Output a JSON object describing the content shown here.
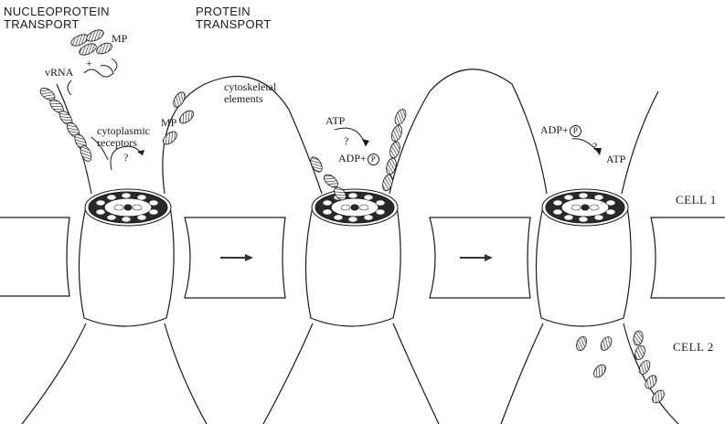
{
  "headers": {
    "nucleoprotein_line1": "NUCLEOPROTEIN",
    "nucleoprotein_line2": "TRANSPORT",
    "protein_line1": "PROTEIN",
    "protein_line2": "TRANSPORT"
  },
  "labels": {
    "mp_top": "MP",
    "plus": "+",
    "vrna": "vRNA",
    "cytoplasmic_line1": "cytoplasmic",
    "cytoplasmic_line2": "receptors",
    "question_left": "?",
    "mp_right": "MP",
    "cytoskeletal_line1": "cytoskeletal",
    "cytoskeletal_line2": "elements",
    "atp_top": "ATP",
    "question_mid": "?",
    "adp_mid": "ADP+",
    "p_mid": "P",
    "adp_right": "ADP+",
    "p_right": "P",
    "question_right": "?",
    "atp_right": "ATP"
  },
  "cells": {
    "cell1": "CELL 1",
    "cell2": "CELL 2"
  }
}
